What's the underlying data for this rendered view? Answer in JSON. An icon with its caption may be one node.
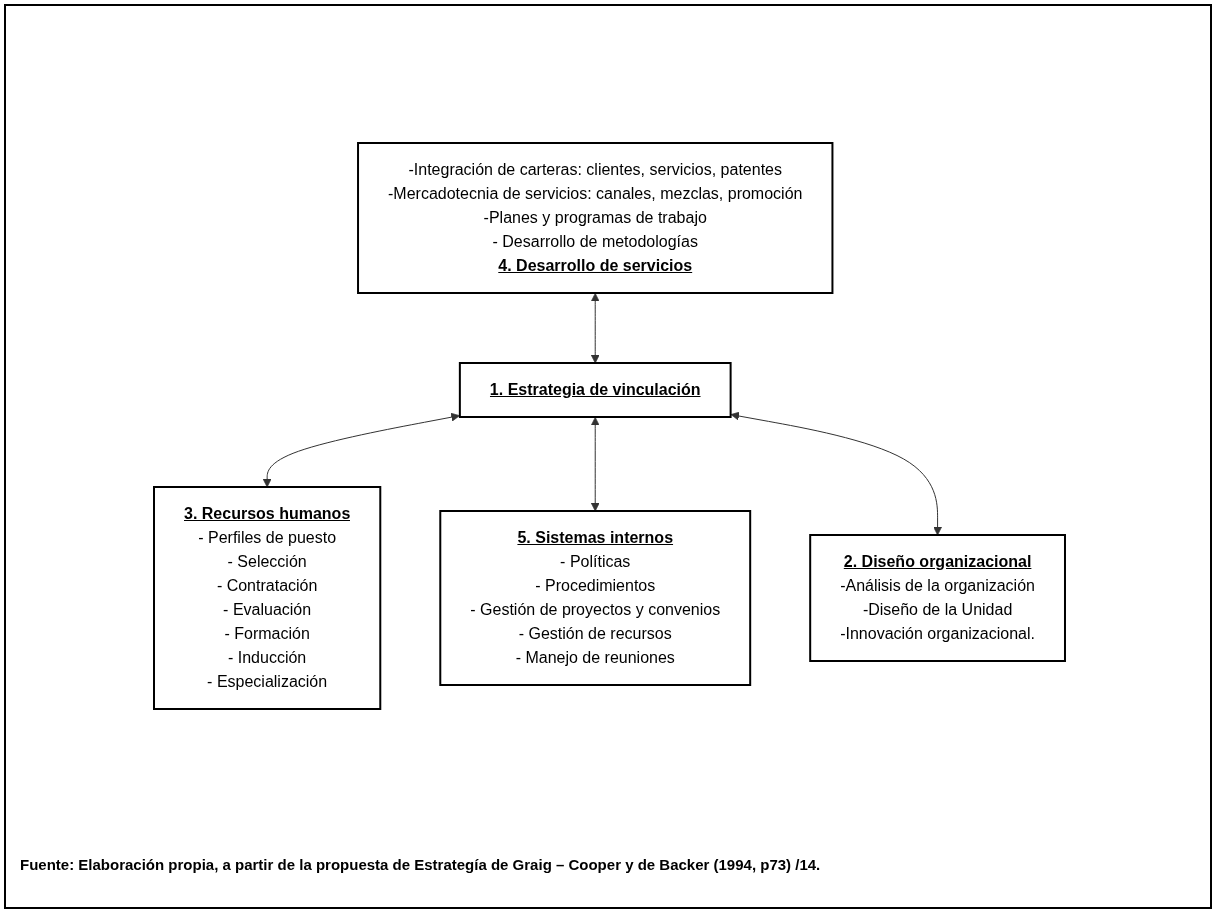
{
  "diagram": {
    "nodes": [
      {
        "text": [
          "-Integración de carteras: clientes, servicios, patentes",
          "-Mercadotecnia de servicios: canales, mezclas, promoción",
          "-Planes y programas de trabajo",
          "- Desarrollo de metodologías",
          "4. Desarrollo de servicios"
        ]
      },
      {
        "text": [
          "3. Recursos humanos",
          "- Perfiles de puesto",
          "- Selección",
          "- Contratación",
          "- Evaluación",
          "- Formación",
          "- Inducción",
          "- Especialización"
        ]
      },
      {
        "text": [
          "1. Estrategia de vinculación"
        ]
      },
      {
        "text": [
          "5. Sistemas internos",
          "- Políticas",
          "- Procedimientos",
          "- Gestión de proyectos y convenios",
          "- Gestión de recursos",
          "- Manejo de reuniones"
        ]
      },
      {
        "text": [
          "2. Diseño organizacional",
          "-Análisis de la organización",
          "-Diseño de la Unidad",
          "-Innovación organizacional."
        ]
      }
    ],
    "edges": [
      {
        "from": 0,
        "to": 2,
        "arrow": "both"
      },
      {
        "from": 2,
        "to": 1,
        "arrow": "both"
      },
      {
        "from": 2,
        "to": 3,
        "arrow": "both"
      },
      {
        "from": 2,
        "to": 4,
        "arrow": "both"
      }
    ],
    "caption": "Fuente: Elaboración propia,  a partir de la propuesta de Estrategía de Graig – Cooper y de Backer (1994, p73) /14."
  }
}
